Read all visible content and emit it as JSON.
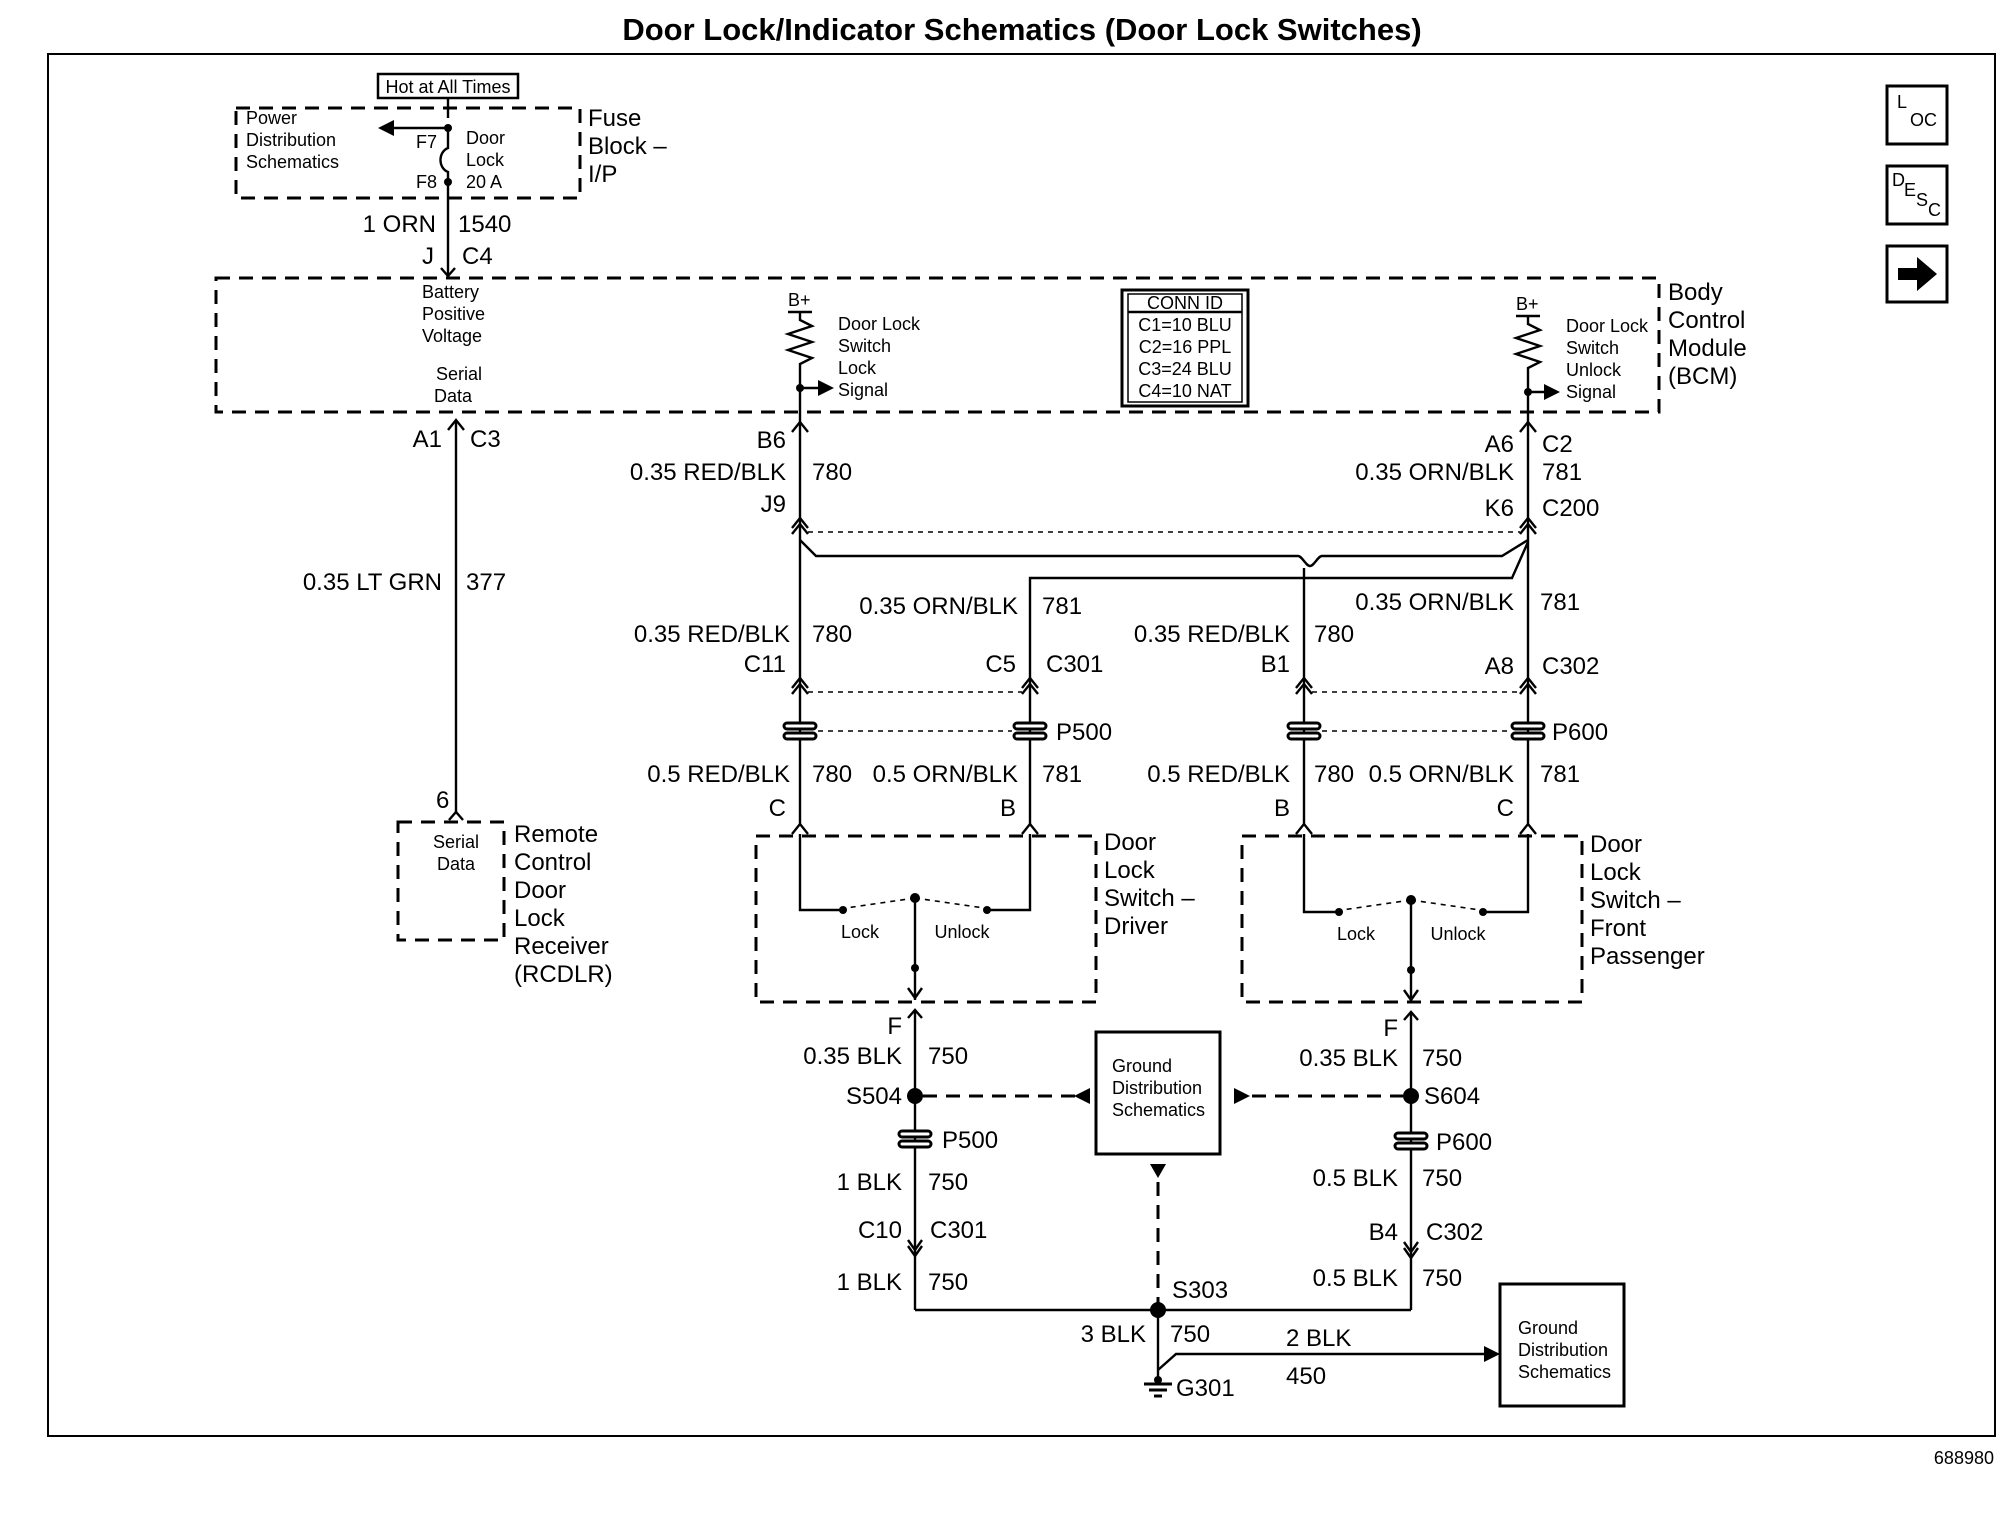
{
  "title": "Door Lock/Indicator Schematics (Door Lock Switches)",
  "nav": {
    "loc_main": "L",
    "loc_sub": "OC",
    "desc_main": "D",
    "desc_sub1": "E",
    "desc_sub2": "S",
    "desc_sub3": "C",
    "next_icon": "right-arrow-icon"
  },
  "fuse_block": {
    "hot_label": "Hot at All Times",
    "power_ref": [
      "Power",
      "Distribution",
      "Schematics"
    ],
    "f7": "F7",
    "f8": "F8",
    "fuse_desc": [
      "Door",
      "Lock",
      "20 A"
    ],
    "name": [
      "Fuse",
      "Block –",
      "I/P"
    ]
  },
  "feed": {
    "gauge": "1 ORN",
    "circuit": "1540",
    "pin": "J",
    "conn": "C4"
  },
  "bcm": {
    "name": [
      "Body",
      "Control",
      "Module",
      "(BCM)"
    ],
    "battery": [
      "Battery",
      "Positive",
      "Voltage"
    ],
    "serial": [
      "Serial",
      "Data"
    ],
    "bplus": "B+",
    "lock_signal": [
      "Door Lock",
      "Switch",
      "Lock",
      "Signal"
    ],
    "unlock_signal": [
      "Door Lock",
      "Switch",
      "Unlock",
      "Signal"
    ],
    "conn_id_title": "CONN ID",
    "conn_ids": [
      "C1=10 BLU",
      "C2=16 PPL",
      "C3=24 BLU",
      "C4=10 NAT"
    ]
  },
  "serial_wire": {
    "pin": "A1",
    "conn": "C3",
    "gauge": "0.35 LT GRN",
    "circuit": "377",
    "rcdlr_pin": "6"
  },
  "rcdlr": {
    "serial": [
      "Serial",
      "Data"
    ],
    "name": [
      "Remote",
      "Control",
      "Door",
      "Lock",
      "Receiver",
      "(RCDLR)"
    ]
  },
  "lock_wire": {
    "pin": "B6",
    "gauge": "0.35 RED/BLK",
    "circuit": "780",
    "c200_pin": "J9"
  },
  "unlock_wire": {
    "pin": "A6",
    "conn": "C2",
    "gauge": "0.35 ORN/BLK",
    "circuit": "781",
    "c200_pin": "K6",
    "c200": "C200"
  },
  "driver_side": {
    "orn_gauge": "0.35 ORN/BLK",
    "orn_circuit": "781",
    "red_gauge": "0.35 RED/BLK",
    "red_circuit": "780",
    "c11": "C11",
    "c5": "C5",
    "c301": "C301",
    "p500": "P500",
    "red05": "0.5 RED/BLK",
    "red05_circuit": "780",
    "orn05": "0.5 ORN/BLK",
    "orn05_circuit": "781",
    "pin_c": "C",
    "pin_b": "B"
  },
  "passenger_side": {
    "orn_gauge": "0.35 ORN/BLK",
    "orn_circuit": "781",
    "red_gauge": "0.35 RED/BLK",
    "red_circuit": "780",
    "b1": "B1",
    "a8": "A8",
    "c302": "C302",
    "p600": "P600",
    "red05": "0.5 RED/BLK",
    "red05_circuit": "780",
    "orn05": "0.5 ORN/BLK",
    "orn05_circuit": "781",
    "pin_b": "B",
    "pin_c": "C"
  },
  "driver_switch": {
    "name": [
      "Door",
      "Lock",
      "Switch –",
      "Driver"
    ],
    "lock": "Lock",
    "unlock": "Unlock"
  },
  "passenger_switch": {
    "name": [
      "Door",
      "Lock",
      "Switch –",
      "Front",
      "Passenger"
    ],
    "lock": "Lock",
    "unlock": "Unlock"
  },
  "ground_driver": {
    "pin_f": "F",
    "gauge1": "0.35 BLK",
    "circuit1": "750",
    "splice": "S504",
    "p500": "P500",
    "gauge2": "1 BLK",
    "circuit2": "750",
    "c10": "C10",
    "c301": "C301",
    "gauge3": "1 BLK",
    "circuit3": "750"
  },
  "ground_passenger": {
    "pin_f": "F",
    "gauge1": "0.35 BLK",
    "circuit1": "750",
    "splice": "S604",
    "p600": "P600",
    "gauge2": "0.5 BLK",
    "circuit2": "750",
    "b4": "B4",
    "c302": "C302",
    "gauge3": "0.5 BLK",
    "circuit3": "750"
  },
  "ground_dist_center": [
    "Ground",
    "Distribution",
    "Schematics"
  ],
  "ground_dist_right": [
    "Ground",
    "Distribution",
    "Schematics"
  ],
  "ground_main": {
    "splice": "S303",
    "gauge": "3 BLK",
    "circuit": "750",
    "ground": "G301",
    "right_gauge": "2 BLK",
    "right_circuit": "450"
  },
  "figure_number": "688980"
}
